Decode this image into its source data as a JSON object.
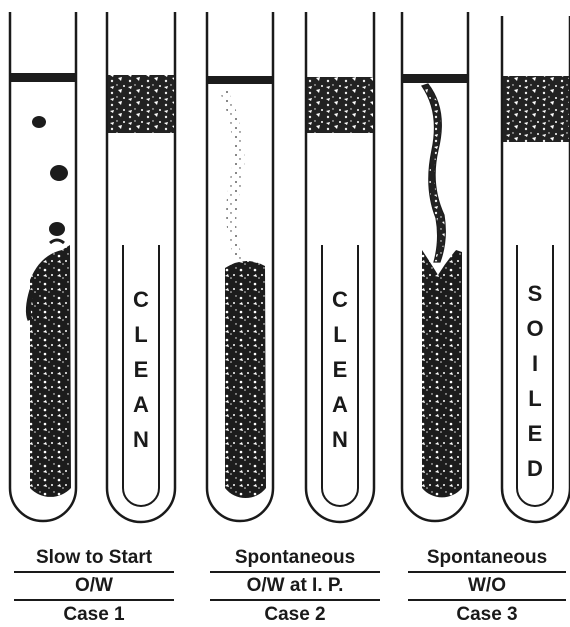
{
  "tube_labels": {
    "tube2": [
      "C",
      "L",
      "E",
      "A",
      "N"
    ],
    "tube4": [
      "C",
      "L",
      "E",
      "A",
      "N"
    ],
    "tube6": [
      "S",
      "O",
      "I",
      "L",
      "E",
      "D"
    ]
  },
  "cases": [
    {
      "line1": "Slow to Start",
      "line2": "O/W",
      "line3": "Case 1"
    },
    {
      "line1": "Spontaneous",
      "line2": "O/W at I. P.",
      "line3": "Case 2"
    },
    {
      "line1": "Spontaneous",
      "line2": "W/O",
      "line3": "Case 3"
    }
  ],
  "colors": {
    "ink": "#1a1a1a",
    "paper": "#ffffff"
  }
}
